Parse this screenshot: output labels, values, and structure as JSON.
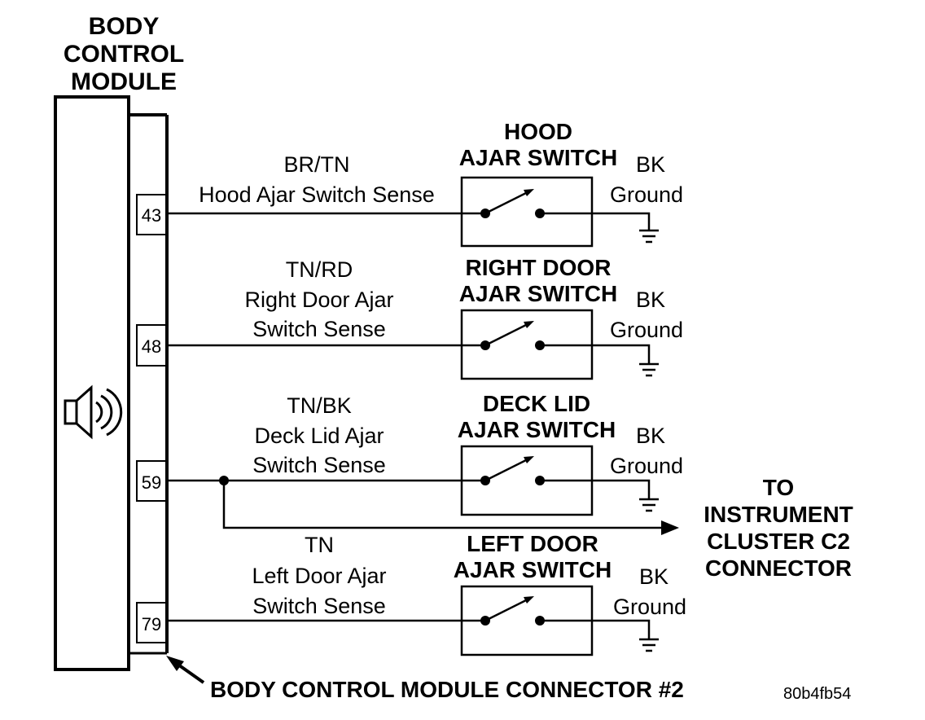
{
  "module": {
    "title_lines": [
      "BODY",
      "CONTROL",
      "MODULE"
    ],
    "connector_label": "BODY CONTROL MODULE CONNECTOR #2",
    "figure_id": "80b4fb54",
    "speaker_icon": "speaker-icon"
  },
  "circuits": [
    {
      "pin": "43",
      "wire_color": "BR/TN",
      "sense_lines": [
        "Hood Ajar Switch Sense"
      ],
      "switch_lines": [
        "HOOD",
        "AJAR SWITCH"
      ],
      "ground_color": "BK",
      "ground_label": "Ground"
    },
    {
      "pin": "48",
      "wire_color": "TN/RD",
      "sense_lines": [
        "Right Door Ajar",
        "Switch Sense"
      ],
      "switch_lines": [
        "RIGHT DOOR",
        "AJAR SWITCH"
      ],
      "ground_color": "BK",
      "ground_label": "Ground"
    },
    {
      "pin": "59",
      "wire_color": "TN/BK",
      "sense_lines": [
        "Deck Lid Ajar",
        "Switch Sense"
      ],
      "switch_lines": [
        "DECK LID",
        "AJAR SWITCH"
      ],
      "ground_color": "BK",
      "ground_label": "Ground"
    },
    {
      "pin": "79",
      "wire_color": "TN",
      "sense_lines": [
        "Left Door Ajar",
        "Switch Sense"
      ],
      "switch_lines": [
        "LEFT DOOR",
        "AJAR SWITCH"
      ],
      "ground_color": "BK",
      "ground_label": "Ground"
    }
  ],
  "cluster_label_lines": [
    "TO",
    "INSTRUMENT",
    "CLUSTER C2",
    "CONNECTOR"
  ]
}
